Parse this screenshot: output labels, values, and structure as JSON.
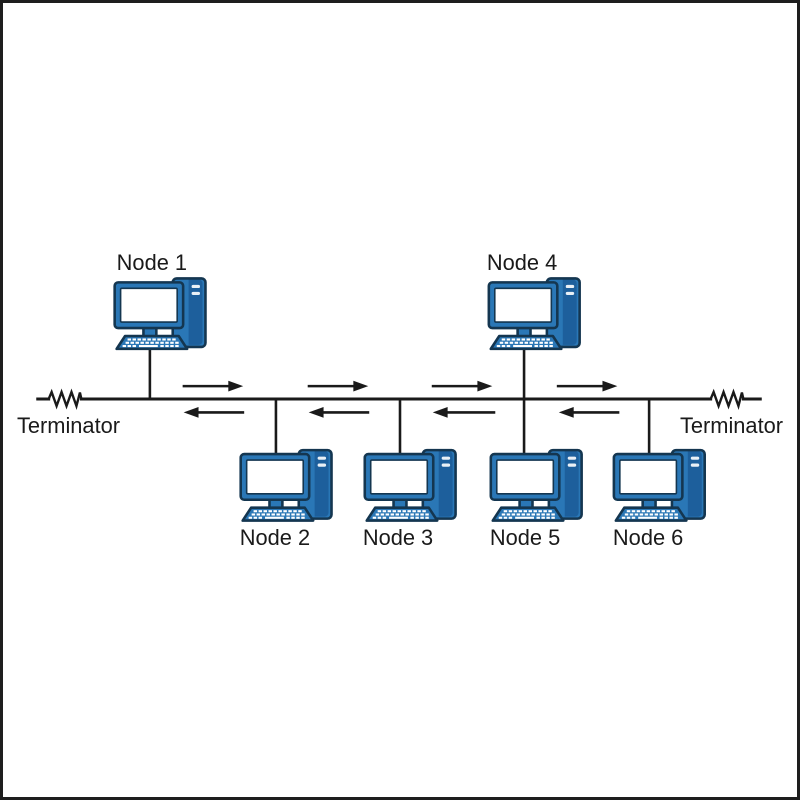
{
  "diagram": {
    "type": "bus-network-topology"
  },
  "nodes": [
    {
      "label": "Node 1",
      "side": "above-bus"
    },
    {
      "label": "Node 2",
      "side": "below-bus"
    },
    {
      "label": "Node 3",
      "side": "below-bus"
    },
    {
      "label": "Node 4",
      "side": "above-bus"
    },
    {
      "label": "Node 5",
      "side": "below-bus"
    },
    {
      "label": "Node 6",
      "side": "below-bus"
    }
  ],
  "terminators": {
    "left": {
      "label": "Terminator"
    },
    "right": {
      "label": "Terminator"
    }
  },
  "flow_arrows": {
    "above_bus_direction": "right",
    "below_bus_direction": "left",
    "pairs": 4
  },
  "icons": {
    "computer": "computer-icon",
    "terminator": "resistor-zigzag-icon",
    "arrow_right": "arrow-right-icon",
    "arrow_left": "arrow-left-icon"
  },
  "colors": {
    "line": "#1a1a1a",
    "label_text": "#1a1a1a",
    "pc_blue": "#2a77b6",
    "pc_blue_dark": "#1d5f9c",
    "pc_outline": "#143650",
    "screen": "#ffffff",
    "background": "#ffffff",
    "frame_border": "#1e1e1e"
  }
}
